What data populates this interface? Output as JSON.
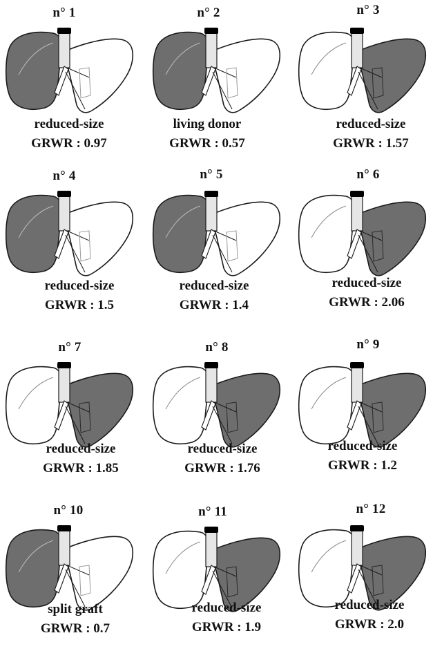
{
  "colors": {
    "shaded": "#6e6e6e",
    "outline": "#1a1a1a",
    "background": "#ffffff"
  },
  "panels": [
    {
      "number": "n° 1",
      "type": "reduced-size",
      "grwr": "GRWR : 0.97",
      "shaded": "right"
    },
    {
      "number": "n° 2",
      "type": "living donor",
      "grwr": "GRWR : 0.57",
      "shaded": "right"
    },
    {
      "number": "n° 3",
      "type": "reduced-size",
      "grwr": "GRWR : 1.57",
      "shaded": "left"
    },
    {
      "number": "n° 4",
      "type": "reduced-size",
      "grwr": "GRWR : 1.5",
      "shaded": "right"
    },
    {
      "number": "n° 5",
      "type": "reduced-size",
      "grwr": "GRWR : 1.4",
      "shaded": "right"
    },
    {
      "number": "n° 6",
      "type": "reduced-size",
      "grwr": "GRWR : 2.06",
      "shaded": "left"
    },
    {
      "number": "n° 7",
      "type": "reduced-size",
      "grwr": "GRWR : 1.85",
      "shaded": "left"
    },
    {
      "number": "n° 8",
      "type": "reduced-size",
      "grwr": "GRWR : 1.76",
      "shaded": "left"
    },
    {
      "number": "n° 9",
      "type": "reduced-size",
      "grwr": "GRWR : 1.2",
      "shaded": "left"
    },
    {
      "number": "n° 10",
      "type": "split graft",
      "grwr": "GRWR : 0.7",
      "shaded": "right"
    },
    {
      "number": "n° 11",
      "type": "reduced-size",
      "grwr": "GRWR : 1.9",
      "shaded": "left"
    },
    {
      "number": "n° 12",
      "type": "reduced-size",
      "grwr": "GRWR : 2.0",
      "shaded": "left"
    }
  ]
}
